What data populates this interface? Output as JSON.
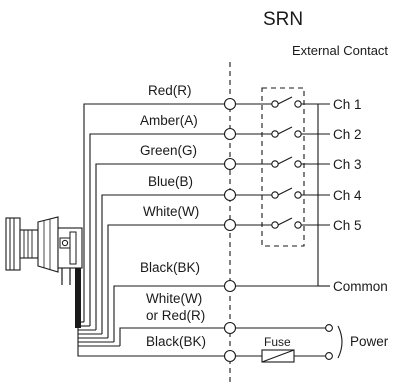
{
  "title": "SRN",
  "subtitle": "External Contact",
  "wires": [
    {
      "label": "Red(R)",
      "channel": "Ch 1"
    },
    {
      "label": "Amber(A)",
      "channel": "Ch 2"
    },
    {
      "label": "Green(G)",
      "channel": "Ch 3"
    },
    {
      "label": "Blue(B)",
      "channel": "Ch 4"
    },
    {
      "label": "White(W)",
      "channel": "Ch 5"
    }
  ],
  "common": {
    "wire_label": "Black(BK)",
    "label": "Common"
  },
  "power": {
    "wire_label_1": "White(W)",
    "wire_label_2": "or Red(R)",
    "wire_label_3": "Black(BK)",
    "fuse_label": "Fuse",
    "label": "Power"
  }
}
